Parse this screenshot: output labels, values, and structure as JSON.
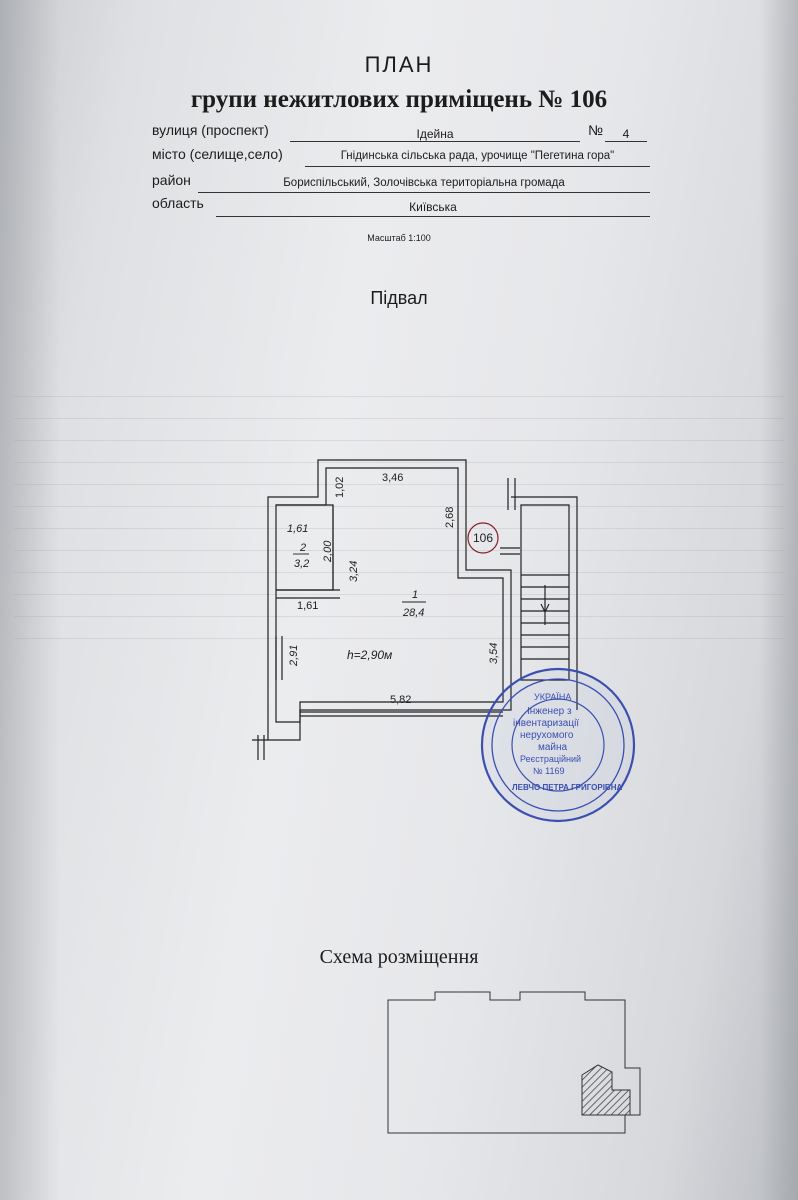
{
  "header": {
    "title": "ПЛАН",
    "subtitle": "групи нежитлових приміщень № 106"
  },
  "address": {
    "street_label": "вулиця (проспект)",
    "street_value": "Ідейна",
    "number_label": "№",
    "number_value": "4",
    "city_label": "місто (селище,село)",
    "city_value": "Гнідинська сільська рада, урочище \"Пегетина гора\"",
    "district_label": "район",
    "district_value": "Бориспільський, Золочівська територіальна громада",
    "region_label": "область",
    "region_value": "Київська"
  },
  "scale": "Масштаб 1:100",
  "floor": "Підвал",
  "floor_plan": {
    "unit_number": "106",
    "height": "h=2,90м",
    "rooms": [
      {
        "number": "1",
        "area": "28,4"
      },
      {
        "number": "2",
        "area": "3,2"
      }
    ],
    "dimensions": {
      "d346": "3,46",
      "d102": "1,02",
      "d268": "2,68",
      "d161_top": "1,61",
      "d200": "2,00",
      "d324": "3,24",
      "d161_bottom": "1,61",
      "d291": "2,91",
      "d354": "3,54",
      "d582": "5,82"
    }
  },
  "stamp": {
    "top": "УКРАЇНА",
    "line1": "Інженер з",
    "line2": "інвентаризації",
    "line3": "нерухомого",
    "line4": "майна",
    "line5": "Реєстраційний",
    "line6": "№ 1169",
    "name": "ЛЕВЧО ПЕТРА ГРИГОРІВНА"
  },
  "schema": {
    "title": "Схема розміщення"
  },
  "colors": {
    "ink": "#1c1c1c",
    "stamp": "#3a4fb0"
  }
}
